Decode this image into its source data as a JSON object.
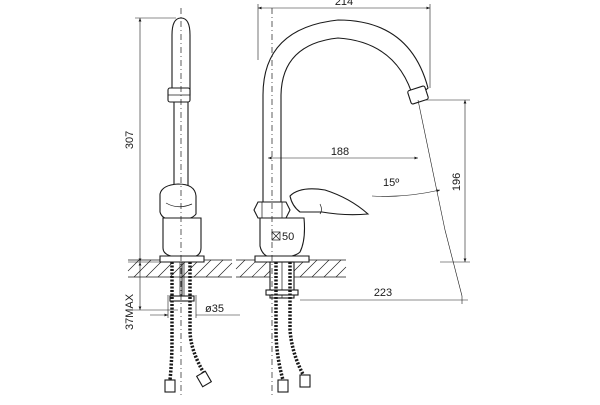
{
  "dimensions": {
    "total_height": "307",
    "spout_reach": "214",
    "lever_to_spout": "188",
    "outlet_height": "196",
    "base_to_outlet": "223",
    "counter_thickness": "37MAX",
    "hole_diameter": "ø35",
    "lever_angle": "15º",
    "wrench_size": "50"
  },
  "colors": {
    "line": "#1a1a1a",
    "background": "#ffffff"
  },
  "icons": {
    "wrench_mark": "square-cross-icon"
  }
}
